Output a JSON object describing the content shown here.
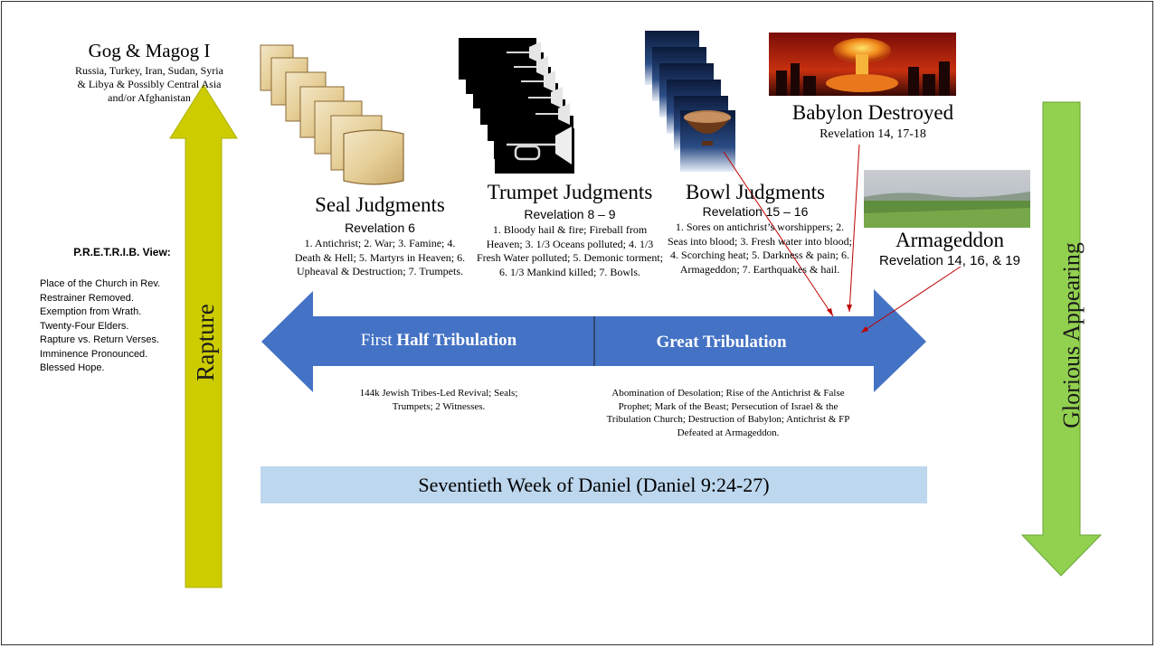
{
  "gog": {
    "title": "Gog & Magog I",
    "line1": "Russia, Turkey, Iran, Sudan, Syria",
    "line2": "& Libya & Possibly Central Asia",
    "line3": "and/or Afghanistan"
  },
  "pretrib": {
    "heading": "P.R.E.T.R.I.B.  View:",
    "items": [
      "Place of the Church in Rev.",
      "Restrainer Removed.",
      "Exemption from Wrath.",
      "Twenty-Four Elders.",
      "Rapture vs. Return Verses.",
      "Imminence Pronounced.",
      "Blessed Hope."
    ]
  },
  "rapture": {
    "label": "Rapture"
  },
  "glorious": {
    "label": "Glorious Appearing"
  },
  "seal": {
    "title": "Seal Judgments",
    "ref": "Revelation 6",
    "body": "1. Antichrist; 2. War; 3. Famine; 4. Death & Hell; 5. Martyrs in Heaven; 6. Upheaval & Destruction; 7. Trumpets."
  },
  "trumpet": {
    "title": "Trumpet Judgments",
    "ref": "Revelation 8 – 9",
    "body": "1. Bloody hail & fire; Fireball from Heaven; 3. 1/3 Oceans polluted; 4. 1/3 Fresh Water polluted; 5. Demonic torment; 6. 1/3 Mankind killed; 7. Bowls."
  },
  "bowl": {
    "title": "Bowl Judgments",
    "ref": "Revelation 15 – 16",
    "body": "1. Sores on antichrist’s worshippers; 2. Seas into blood; 3. Fresh water into blood; 4. Scorching heat; 5. Darkness & pain; 6. Armageddon; 7. Earthquakes & hail."
  },
  "babylon": {
    "title": "Babylon Destroyed",
    "ref": "Revelation 14, 17-18"
  },
  "armageddon": {
    "title": "Armageddon",
    "ref": "Revelation 14, 16, & 19"
  },
  "timeline": {
    "first_half_prefix": "First ",
    "first_half_bold": "Half Tribulation",
    "great": "Great Tribulation"
  },
  "notes": {
    "left": "144k Jewish Tribes-Led Revival; Seals; Trumpets; 2 Witnesses.",
    "right": "Abomination of Desolation; Rise of the Antichrist & False Prophet; Mark of the Beast; Persecution of Israel & the Tribulation Church; Destruction of Babylon; Antichrist & FP Defeated at Armageddon."
  },
  "seventieth": {
    "label": "Seventieth Week of Daniel (Daniel 9:24-27)"
  },
  "colors": {
    "blue_arrow": "#4472c4",
    "rapture_arrow": "#cccc00",
    "glorious_arrow": "#92d050",
    "seventieth_bar": "#bdd7ee",
    "connector": "#c00000"
  },
  "icons": [
    "scroll-icon",
    "trumpet-icon",
    "bowl-icon",
    "mushroom-cloud-image",
    "landscape-image"
  ]
}
